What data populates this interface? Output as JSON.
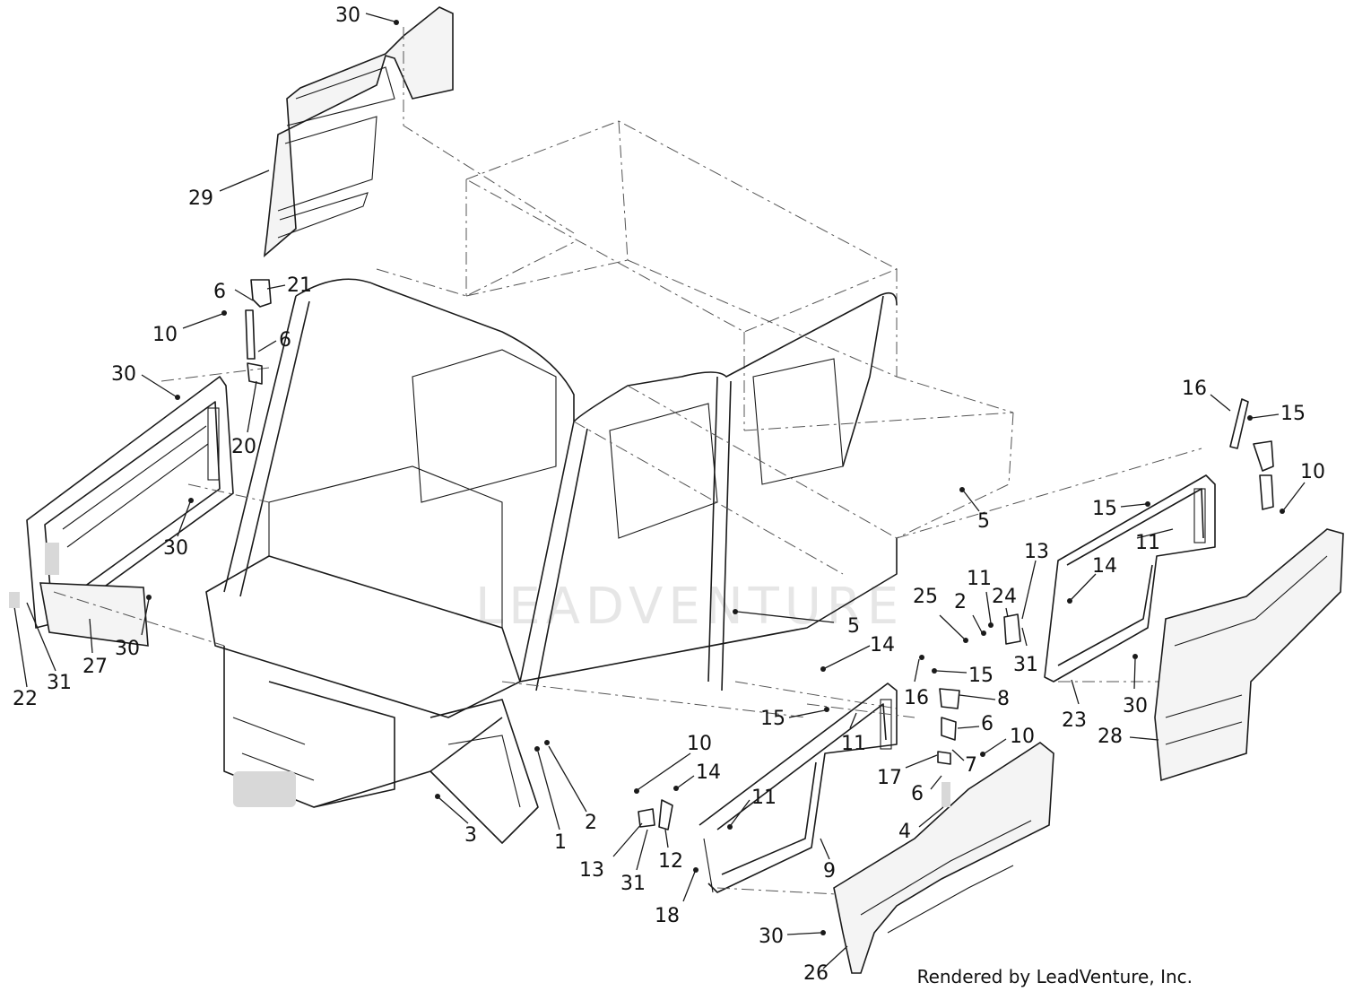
{
  "watermark": "LEADVENTURE",
  "credit": "Rendered by LeadVenture, Inc.",
  "callouts": [
    {
      "id": "c30a",
      "label": "30"
    },
    {
      "id": "c29",
      "label": "29"
    },
    {
      "id": "c6a",
      "label": "6"
    },
    {
      "id": "c21",
      "label": "21"
    },
    {
      "id": "c10a",
      "label": "10"
    },
    {
      "id": "c6b",
      "label": "6"
    },
    {
      "id": "c30b",
      "label": "30"
    },
    {
      "id": "c20",
      "label": "20"
    },
    {
      "id": "c30c",
      "label": "30"
    },
    {
      "id": "c30d",
      "label": "30"
    },
    {
      "id": "c27",
      "label": "27"
    },
    {
      "id": "c31a",
      "label": "31"
    },
    {
      "id": "c22",
      "label": "22"
    },
    {
      "id": "c3",
      "label": "3"
    },
    {
      "id": "c1",
      "label": "1"
    },
    {
      "id": "c2a",
      "label": "2"
    },
    {
      "id": "c10b",
      "label": "10"
    },
    {
      "id": "c14a",
      "label": "14"
    },
    {
      "id": "c13a",
      "label": "13"
    },
    {
      "id": "c31b",
      "label": "31"
    },
    {
      "id": "c12",
      "label": "12"
    },
    {
      "id": "c18",
      "label": "18"
    },
    {
      "id": "c11a",
      "label": "11"
    },
    {
      "id": "c9",
      "label": "9"
    },
    {
      "id": "c30e",
      "label": "30"
    },
    {
      "id": "c26",
      "label": "26"
    },
    {
      "id": "c15a",
      "label": "15"
    },
    {
      "id": "c11b",
      "label": "11"
    },
    {
      "id": "c14b",
      "label": "14"
    },
    {
      "id": "c5a",
      "label": "5"
    },
    {
      "id": "c16a",
      "label": "16"
    },
    {
      "id": "c15b",
      "label": "15"
    },
    {
      "id": "c8",
      "label": "8"
    },
    {
      "id": "c6c",
      "label": "6"
    },
    {
      "id": "c10c",
      "label": "10"
    },
    {
      "id": "c17",
      "label": "17"
    },
    {
      "id": "c7",
      "label": "7"
    },
    {
      "id": "c6d",
      "label": "6"
    },
    {
      "id": "c4",
      "label": "4"
    },
    {
      "id": "c25",
      "label": "25"
    },
    {
      "id": "c2b",
      "label": "2"
    },
    {
      "id": "c11c",
      "label": "11"
    },
    {
      "id": "c24",
      "label": "24"
    },
    {
      "id": "c13b",
      "label": "13"
    },
    {
      "id": "c14c",
      "label": "14"
    },
    {
      "id": "c31c",
      "label": "31"
    },
    {
      "id": "c23",
      "label": "23"
    },
    {
      "id": "c5b",
      "label": "5"
    },
    {
      "id": "c15c",
      "label": "15"
    },
    {
      "id": "c11d",
      "label": "11"
    },
    {
      "id": "c16b",
      "label": "16"
    },
    {
      "id": "c15d",
      "label": "15"
    },
    {
      "id": "c10d",
      "label": "10"
    },
    {
      "id": "c30f",
      "label": "30"
    },
    {
      "id": "c28",
      "label": "28"
    }
  ]
}
